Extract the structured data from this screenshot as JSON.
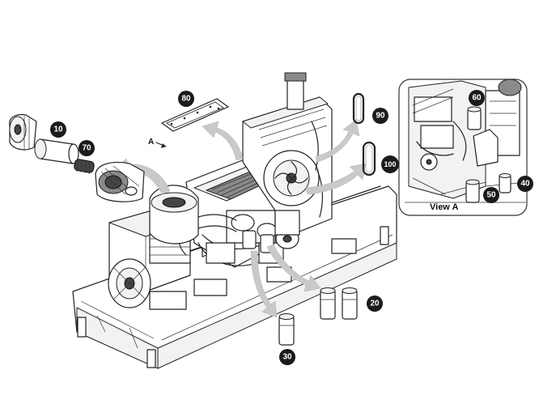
{
  "callouts": {
    "c10": "10",
    "c20": "20",
    "c30": "30",
    "c40": "40",
    "c50": "50",
    "c60": "60",
    "c70": "70",
    "c80": "80",
    "c90": "90",
    "c100": "100"
  },
  "labels": {
    "view_marker": "A",
    "inset_title": "View A"
  }
}
